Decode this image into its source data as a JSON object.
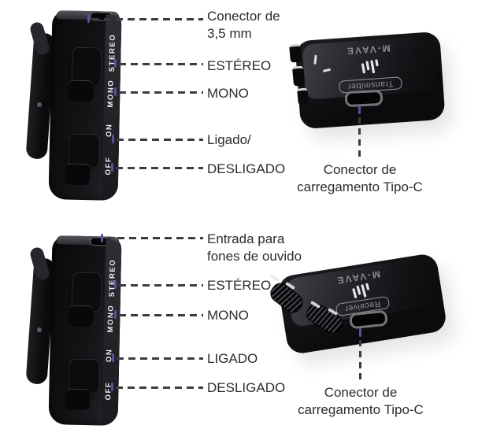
{
  "brand": "M-VAVE",
  "colors": {
    "background": "#ffffff",
    "leader_line": "#3b3b42",
    "pointer_tick": "#5a519e",
    "label_text": "#2c2c2e",
    "device_black": "#0b0b0d"
  },
  "mic_edge": {
    "stereo": "STEREO",
    "mono": "MONO",
    "on": "ON",
    "off": "OFF"
  },
  "top": {
    "callouts": {
      "jack_line1": "Conector de",
      "jack_line2": "3,5 mm",
      "stereo": "ESTÉREO",
      "mono": "MONO",
      "power_on": "Ligado/",
      "power_off": "DESLIGADO"
    },
    "box": {
      "brand": "M-VAVE",
      "badge": "Transmitter"
    },
    "usb_line1": "Conector de",
    "usb_line2": "carregamento Tipo-C"
  },
  "bottom": {
    "callouts": {
      "jack_line1": "Entrada para",
      "jack_line2": "fones de ouvido",
      "stereo": "ESTÉREO",
      "mono": "MONO",
      "power_on": "LIGADO",
      "power_off": "DESLIGADO"
    },
    "box": {
      "brand": "M-VAVE",
      "badge": "Receiver"
    },
    "usb_line1": "Conector de",
    "usb_line2": "carregamento Tipo-C"
  }
}
